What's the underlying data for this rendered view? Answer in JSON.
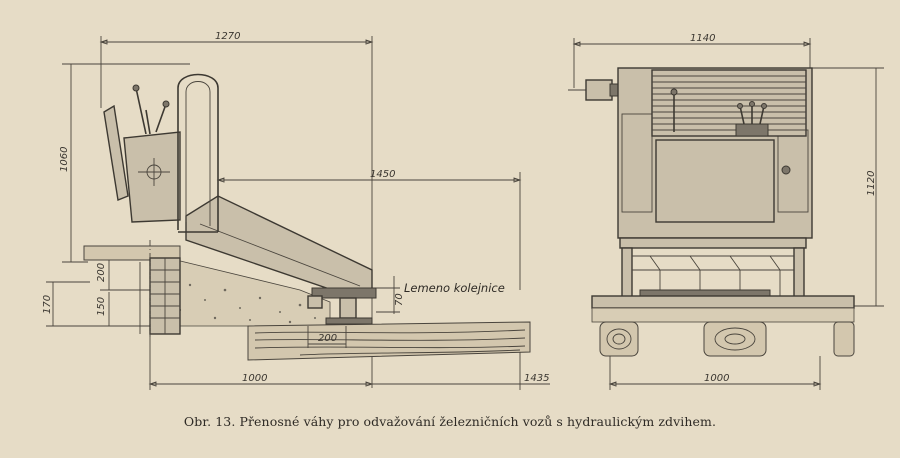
{
  "caption": "Obr. 13. Přenosné váhy pro odvažování železničních vozů s hydraulickým zdvihem.",
  "side_view": {
    "dim_1270": "1270",
    "dim_1450": "1450",
    "dim_1060": "1060",
    "dim_200_vertical": "200",
    "dim_150": "150",
    "dim_170": "170",
    "dim_70": "70",
    "dim_200_horizontal": "200",
    "dim_1000": "1000",
    "dim_1435": "1435",
    "label_rail": "Lemeno kolejnice"
  },
  "front_view": {
    "dim_1140": "1140",
    "dim_1120": "1120",
    "dim_1000": "1000"
  }
}
